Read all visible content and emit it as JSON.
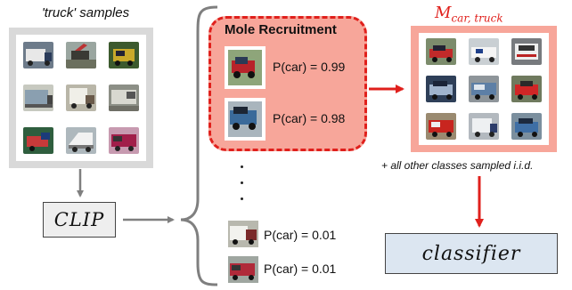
{
  "truck_samples": {
    "title": "'truck' samples"
  },
  "clip": {
    "label": "CLIP"
  },
  "mole": {
    "title": "Mole Recruitment",
    "items": [
      {
        "label": "P(car) = 0.99"
      },
      {
        "label": "P(car) = 0.98"
      }
    ]
  },
  "low_items": [
    {
      "label": "P(car) = 0.01"
    },
    {
      "label": "P(car) = 0.01"
    }
  ],
  "m_set": {
    "label_main": "M",
    "label_sub": "car, truck",
    "note": "+ all other classes sampled i.i.d."
  },
  "classifier": {
    "label": "classifier"
  },
  "colors": {
    "red": "#e0201c",
    "salmon": "#f7a69a",
    "classifier_fill": "#dce6f1",
    "grey_panel": "#d9d9d9",
    "arrow_grey": "#7f7f7f"
  }
}
